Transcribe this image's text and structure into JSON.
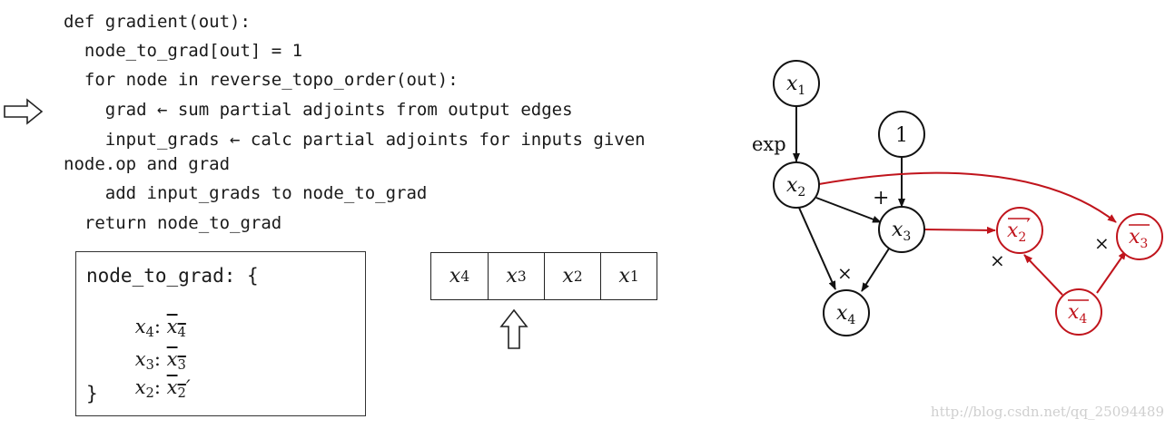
{
  "code": {
    "lines": [
      "def gradient(out):",
      "  node_to_grad[out] = 1",
      "  for node in reverse_topo_order(out):",
      "    grad ← sum partial adjoints from output edges",
      "    input_grads ← calc partial adjoints for inputs given",
      "node.op and grad",
      "    add input_grads to node_to_grad",
      "  return node_to_grad"
    ]
  },
  "dict_box": {
    "header": "node_to_grad: {",
    "entries": [
      {
        "var": "x",
        "sub": "4",
        "adj": "x",
        "adj_sub": "4",
        "prime": ""
      },
      {
        "var": "x",
        "sub": "3",
        "adj": "x",
        "adj_sub": "3",
        "prime": ""
      },
      {
        "var": "x",
        "sub": "2",
        "adj": "x",
        "adj_sub": "2",
        "prime": "′"
      }
    ],
    "footer": "}"
  },
  "stack": [
    {
      "var": "x",
      "sub": "4"
    },
    {
      "var": "x",
      "sub": "3"
    },
    {
      "var": "x",
      "sub": "2"
    },
    {
      "var": "x",
      "sub": "1"
    }
  ],
  "graph": {
    "nodes": {
      "x1": {
        "label": "x",
        "sub": "1"
      },
      "one": {
        "label": "1"
      },
      "x2": {
        "label": "x",
        "sub": "2"
      },
      "x3": {
        "label": "x",
        "sub": "3"
      },
      "x4": {
        "label": "x",
        "sub": "4"
      },
      "x2bar": {
        "label": "x",
        "sub": "2",
        "prime": "′"
      },
      "x3bar": {
        "label": "x",
        "sub": "3"
      },
      "x4bar": {
        "label": "x",
        "sub": "4"
      }
    },
    "op_labels": {
      "exp": "exp",
      "plus": "+",
      "times_x4": "×",
      "times_x2bar": "×",
      "times_x3bar": "×"
    },
    "colors": {
      "black": "#111111",
      "red": "#c0141c"
    }
  },
  "watermark": "http://blog.csdn.net/qq_25094489"
}
